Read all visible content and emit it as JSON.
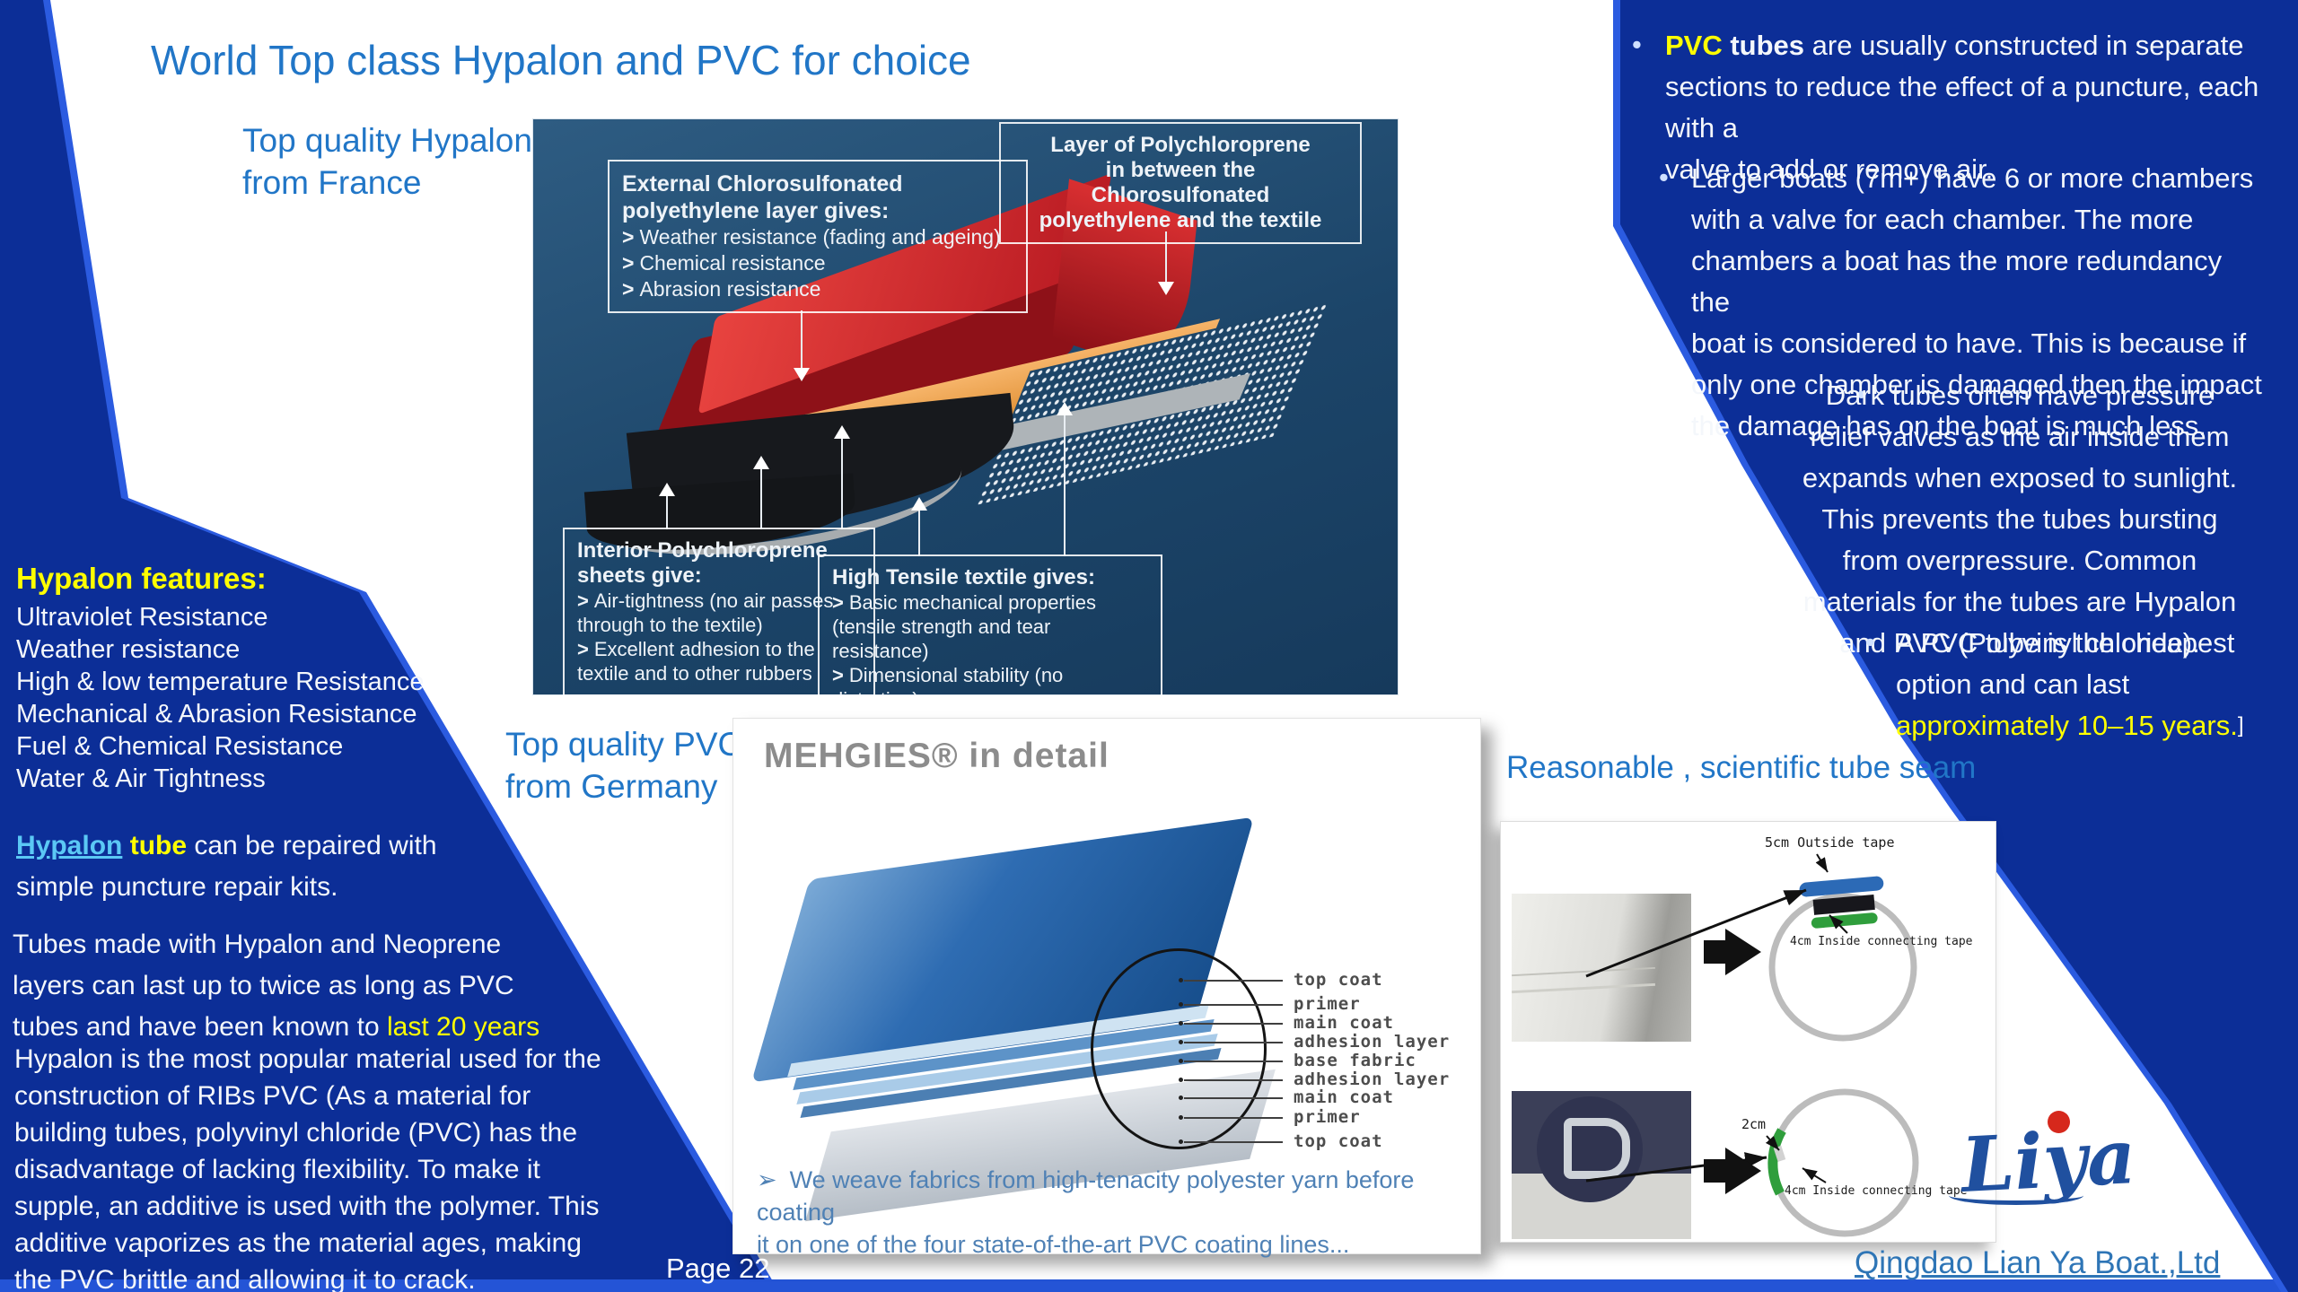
{
  "slide": {
    "title": "World Top class Hypalon and PVC for choice",
    "page_label": "Page 22",
    "colors": {
      "navy": "#0c2e97",
      "edge_blue": "#2b5be0",
      "title_blue": "#2176c7",
      "link_blue": "#2e75b6",
      "highlight_yellow": "#ffff00",
      "hyperlink_cyan": "#5bc8f5"
    }
  },
  "captions": {
    "hypalon": "Top quality Hypalon\nfrom France",
    "pvc": "Top quality PVC\nfrom Germany",
    "seam": "Reasonable , scientific tube seam"
  },
  "left": {
    "features_heading": "Hypalon features:",
    "features": [
      "Ultraviolet Resistance",
      "Weather resistance",
      "High & low temperature Resistance",
      "Mechanical & Abrasion Resistance",
      "Fuel & Chemical Resistance",
      "Water & Air Tightness"
    ],
    "p1": {
      "link": "Hypalon",
      "em": "tube",
      "rest": " can be repaired with\nsimple puncture repair kits."
    },
    "p2": {
      "main": "Tubes made with Hypalon and Neoprene\nlayers can last up to twice as long as PVC\ntubes and have been known to ",
      "em": "last 20 years"
    },
    "p3": "Hypalon is the most popular material used for the\nconstruction of RIBs PVC (As a material for\nbuilding tubes, polyvinyl chloride (PVC) has the\ndisadvantage of lacking flexibility. To make it\nsupple, an additive is used with the polymer. This\nadditive vaporizes as the material ages, making\nthe PVC brittle and allowing it to crack."
  },
  "right_panel": {
    "bullet": "•",
    "b1": {
      "em_yellow": "PVC",
      "em_bold": " tubes",
      "rest": " are usually constructed in separate\nsections to reduce the effect of a puncture, each with a\nvalve  to add or remove air."
    },
    "b2": "Larger boats (7m+) have 6 or more chambers\nwith a valve for each chamber. The more\nchambers a boat has the more redundancy the\nboat is considered to have. This is because if\nonly one chamber is damaged then the impact\nthe damage has on the boat is much less.",
    "b3": "Dark tubes often have pressure\nrelief valves as the air inside them\nexpands when exposed to sunlight.\nThis prevents the tubes bursting\nfrom overpressure. Common\nmaterials for the tubes are Hypalon\nand PVC (Polyvinyl chloride).",
    "b4": {
      "main": "A PVC tube is the cheapest\noption and can last\n",
      "em": "approximately 10–15 years.",
      "tail": "]"
    }
  },
  "hypalon_diagram": {
    "box_external": {
      "title": "External Chlorosulfonated\npolyethylene layer gives:",
      "chevron": ">",
      "items": [
        "Weather resistance (fading and ageing)",
        "Chemical resistance",
        "Abrasion resistance"
      ]
    },
    "box_layer": "Layer of Polychloroprene\nin between the\nChlorosulfonated\npolyethylene and the textile",
    "box_interior": {
      "title": "Interior Polychloroprene\nsheets give:",
      "items": [
        "Air-tightness (no air passes\nthrough to the textile)",
        "Excellent adhesion to the\ntextile and to other rubbers"
      ]
    },
    "box_textile": {
      "title": "High Tensile textile gives:",
      "items": [
        "Basic mechanical properties\n(tensile strength and tear resistance)",
        "Dimensional stability (no distortion)"
      ]
    }
  },
  "mehgies": {
    "heading": "MEHGIES® in detail",
    "labels": [
      "top coat",
      "primer",
      "main coat",
      "adhesion layer",
      "base fabric",
      "adhesion layer",
      "main coat",
      "primer",
      "top coat"
    ],
    "note_marker": "➢",
    "note": "We weave fabrics from high-tenacity polyester yarn before coating\nit on one of the four state-of-the-art PVC coating lines..."
  },
  "seam": {
    "label_outside": "5cm Outside tape",
    "label_inside_top": "4cm Inside connecting tape",
    "label_2cm": "2cm",
    "label_inside_bottom": "4cm Inside connecting tape"
  },
  "footer": {
    "logo": "Liya",
    "company": "Qingdao Lian Ya Boat.,Ltd"
  }
}
